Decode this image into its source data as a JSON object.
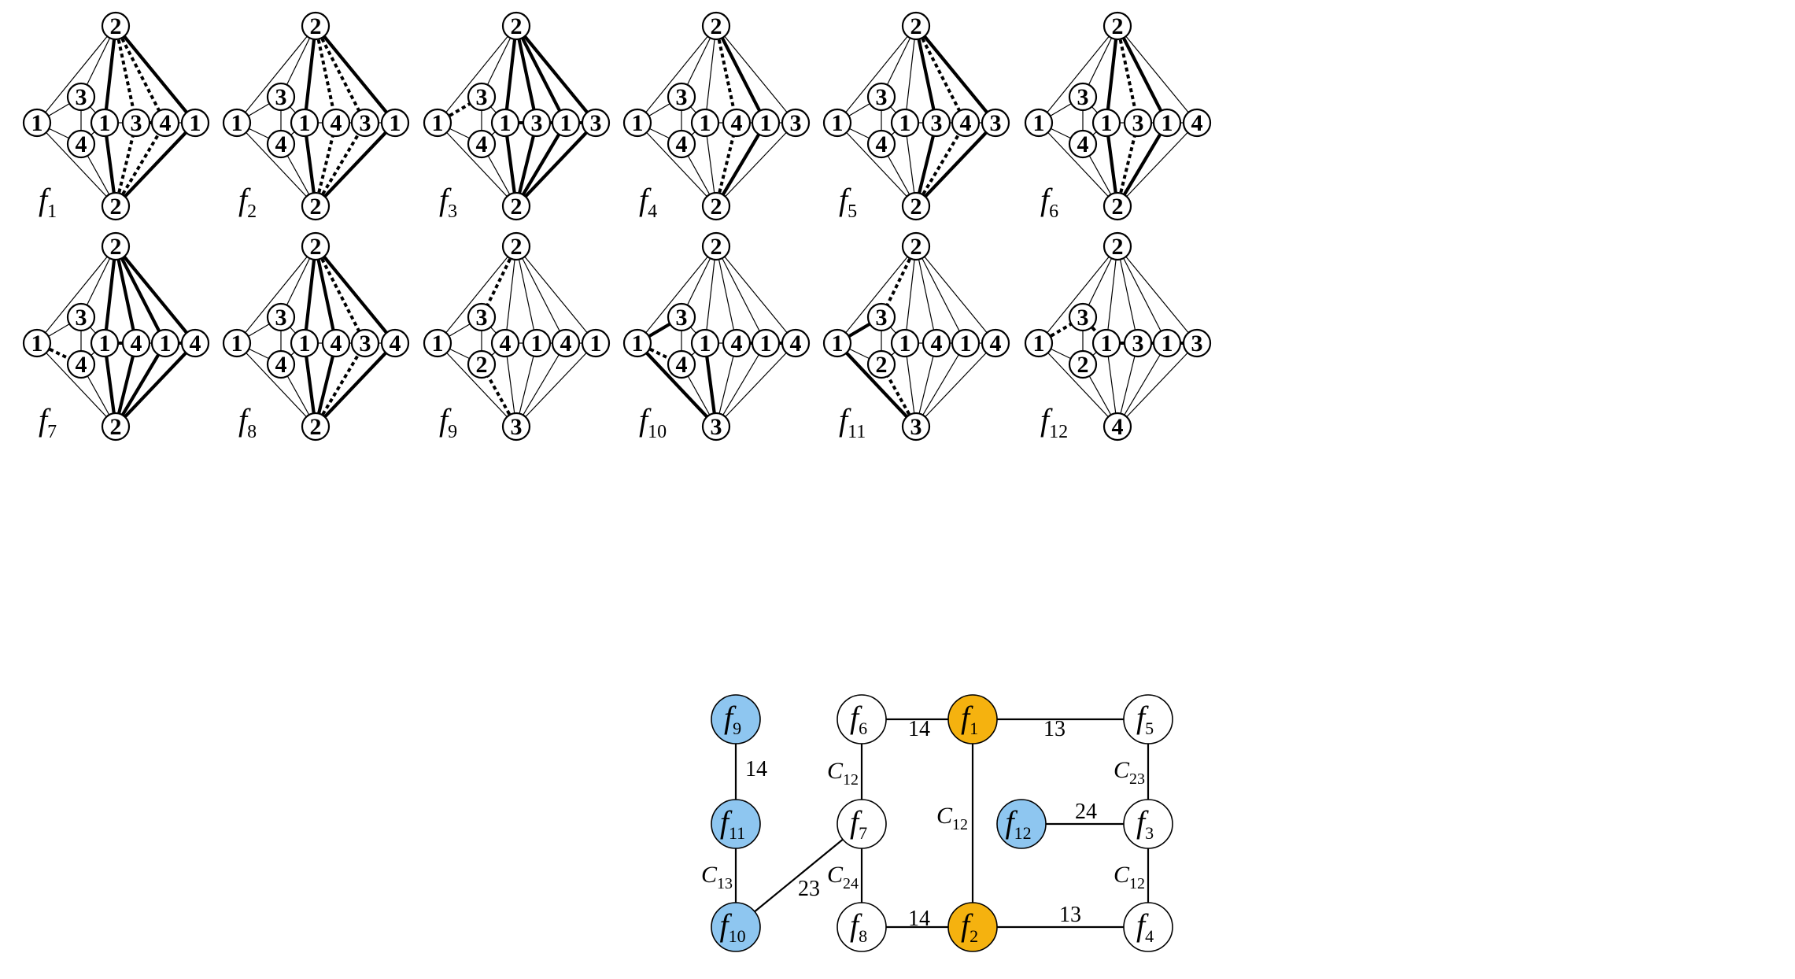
{
  "colors": {
    "stroke": "#000000",
    "node_fill": "#ffffff",
    "orange": "#f5b20f",
    "blue": "#8ec6f0"
  },
  "panels": [
    {
      "id": "f1",
      "label": "f",
      "sub": "1",
      "top": "2",
      "bottom": "2",
      "left": "1",
      "inner_top": "3",
      "inner_bottom": "4",
      "middle": [
        "1",
        "3",
        "4",
        "1"
      ],
      "top_edges": [
        "thin",
        "thin",
        "bold",
        "dotted",
        "dotted",
        "bold"
      ],
      "bottom_edges": [
        "thin",
        "thin",
        "bold",
        "dotted",
        "dotted",
        "bold"
      ],
      "left_top": "thin",
      "left_bottom": "thin",
      "middle_edges": [
        "thin",
        "thin",
        "dotted",
        "thin"
      ]
    },
    {
      "id": "f2",
      "label": "f",
      "sub": "2",
      "top": "2",
      "bottom": "2",
      "left": "1",
      "inner_top": "3",
      "inner_bottom": "4",
      "middle": [
        "1",
        "4",
        "3",
        "1"
      ],
      "top_edges": [
        "thin",
        "thin",
        "bold",
        "dotted",
        "dotted",
        "bold"
      ],
      "bottom_edges": [
        "thin",
        "thin",
        "bold",
        "dotted",
        "dotted",
        "bold"
      ],
      "left_top": "thin",
      "left_bottom": "thin",
      "middle_edges": [
        "thin",
        "thin",
        "thin",
        "thin"
      ]
    },
    {
      "id": "f3",
      "label": "f",
      "sub": "3",
      "top": "2",
      "bottom": "2",
      "left": "1",
      "inner_top": "3",
      "inner_bottom": "4",
      "middle": [
        "1",
        "3",
        "1",
        "3"
      ],
      "top_edges": [
        "thin",
        "thin",
        "bold",
        "bold",
        "bold",
        "bold"
      ],
      "bottom_edges": [
        "thin",
        "thin",
        "bold",
        "bold",
        "bold",
        "bold"
      ],
      "left_top": "dotted",
      "left_bottom": "thin",
      "middle_edges": [
        "thin",
        "dotted",
        "dotted",
        "dotted"
      ]
    },
    {
      "id": "f4",
      "label": "f",
      "sub": "4",
      "top": "2",
      "bottom": "2",
      "left": "1",
      "inner_top": "3",
      "inner_bottom": "4",
      "middle": [
        "1",
        "4",
        "1",
        "3"
      ],
      "top_edges": [
        "thin",
        "thin",
        "thin",
        "dotted",
        "bold",
        "thin"
      ],
      "bottom_edges": [
        "thin",
        "thin",
        "thin",
        "dotted",
        "bold",
        "thin"
      ],
      "left_top": "thin",
      "left_bottom": "thin",
      "middle_edges": [
        "thin",
        "thin",
        "thin",
        "thin"
      ]
    },
    {
      "id": "f5",
      "label": "f",
      "sub": "5",
      "top": "2",
      "bottom": "2",
      "left": "1",
      "inner_top": "3",
      "inner_bottom": "4",
      "middle": [
        "1",
        "3",
        "4",
        "3"
      ],
      "top_edges": [
        "thin",
        "thin",
        "thin",
        "bold",
        "dotted",
        "bold"
      ],
      "bottom_edges": [
        "thin",
        "thin",
        "thin",
        "bold",
        "dotted",
        "bold"
      ],
      "left_top": "thin",
      "left_bottom": "thin",
      "middle_edges": [
        "thin",
        "thin",
        "thin",
        "thin"
      ]
    },
    {
      "id": "f6",
      "label": "f",
      "sub": "6",
      "top": "2",
      "bottom": "2",
      "left": "1",
      "inner_top": "3",
      "inner_bottom": "4",
      "middle": [
        "1",
        "3",
        "1",
        "4"
      ],
      "top_edges": [
        "thin",
        "thin",
        "bold",
        "dotted",
        "bold",
        "thin"
      ],
      "bottom_edges": [
        "thin",
        "thin",
        "bold",
        "dotted",
        "bold",
        "thin"
      ],
      "left_top": "thin",
      "left_bottom": "thin",
      "middle_edges": [
        "thin",
        "thin",
        "thin",
        "thin"
      ]
    },
    {
      "id": "f7",
      "label": "f",
      "sub": "7",
      "top": "2",
      "bottom": "2",
      "left": "1",
      "inner_top": "3",
      "inner_bottom": "4",
      "middle": [
        "1",
        "4",
        "1",
        "4"
      ],
      "top_edges": [
        "thin",
        "thin",
        "bold",
        "bold",
        "bold",
        "bold"
      ],
      "bottom_edges": [
        "thin",
        "thin",
        "bold",
        "bold",
        "bold",
        "bold"
      ],
      "left_top": "thin",
      "left_bottom": "dotted",
      "middle_edges": [
        "thin",
        "dotted",
        "thin",
        "dotted"
      ]
    },
    {
      "id": "f8",
      "label": "f",
      "sub": "8",
      "top": "2",
      "bottom": "2",
      "left": "1",
      "inner_top": "3",
      "inner_bottom": "4",
      "middle": [
        "1",
        "4",
        "3",
        "4"
      ],
      "top_edges": [
        "thin",
        "thin",
        "bold",
        "bold",
        "dotted",
        "bold"
      ],
      "bottom_edges": [
        "thin",
        "thin",
        "bold",
        "bold",
        "dotted",
        "bold"
      ],
      "left_top": "thin",
      "left_bottom": "thin",
      "middle_edges": [
        "thin",
        "thin",
        "thin",
        "thin"
      ]
    },
    {
      "id": "f9",
      "label": "f",
      "sub": "9",
      "top": "2",
      "bottom": "3",
      "left": "1",
      "inner_top": "3",
      "inner_bottom": "2",
      "middle": [
        "4",
        "1",
        "4",
        "1"
      ],
      "top_edges": [
        "thin",
        "dotted",
        "thin",
        "thin",
        "thin",
        "thin"
      ],
      "bottom_edges": [
        "thin",
        "dotted",
        "thin",
        "thin",
        "thin",
        "thin"
      ],
      "left_top": "thin",
      "left_bottom": "thin",
      "middle_edges": [
        "thin",
        "thin",
        "thin",
        "thin"
      ]
    },
    {
      "id": "f10",
      "label": "f",
      "sub": "10",
      "top": "2",
      "bottom": "3",
      "left": "1",
      "inner_top": "3",
      "inner_bottom": "4",
      "middle": [
        "1",
        "4",
        "1",
        "4"
      ],
      "top_edges": [
        "thin",
        "thin",
        "thin",
        "thin",
        "thin",
        "thin"
      ],
      "bottom_edges": [
        "bold",
        "thin",
        "bold",
        "thin",
        "thin",
        "thin"
      ],
      "left_top": "bold",
      "left_bottom": "dotted",
      "middle_edges": [
        "thin",
        "thin",
        "dotted",
        "dotted"
      ]
    },
    {
      "id": "f11",
      "label": "f",
      "sub": "11",
      "top": "2",
      "bottom": "3",
      "left": "1",
      "inner_top": "3",
      "inner_bottom": "2",
      "middle": [
        "1",
        "4",
        "1",
        "4"
      ],
      "top_edges": [
        "thin",
        "dotted",
        "thin",
        "thin",
        "thin",
        "thin"
      ],
      "bottom_edges": [
        "bold",
        "dotted",
        "thin",
        "thin",
        "thin",
        "thin"
      ],
      "left_top": "bold",
      "left_bottom": "thin",
      "middle_edges": [
        "thin",
        "thin",
        "thin",
        "thin"
      ]
    },
    {
      "id": "f12",
      "label": "f",
      "sub": "12",
      "top": "2",
      "bottom": "4",
      "left": "1",
      "inner_top": "3",
      "inner_bottom": "2",
      "middle": [
        "1",
        "3",
        "1",
        "3"
      ],
      "top_edges": [
        "thin",
        "thin",
        "thin",
        "thin",
        "thin",
        "thin"
      ],
      "bottom_edges": [
        "thin",
        "thin",
        "thin",
        "thin",
        "thin",
        "thin"
      ],
      "left_top": "dotted",
      "left_bottom": "thin",
      "middle_edges": [
        "dotted",
        "dotted",
        "dotted",
        "dotted"
      ]
    }
  ],
  "graph": {
    "nodes": [
      {
        "id": "f9",
        "label": "f",
        "sub": "9",
        "fill": "blue"
      },
      {
        "id": "f11",
        "label": "f",
        "sub": "11",
        "fill": "blue"
      },
      {
        "id": "f10",
        "label": "f",
        "sub": "10",
        "fill": "blue"
      },
      {
        "id": "f6",
        "label": "f",
        "sub": "6",
        "fill": "white"
      },
      {
        "id": "f7",
        "label": "f",
        "sub": "7",
        "fill": "white"
      },
      {
        "id": "f8",
        "label": "f",
        "sub": "8",
        "fill": "white"
      },
      {
        "id": "f1",
        "label": "f",
        "sub": "1",
        "fill": "orange"
      },
      {
        "id": "f2",
        "label": "f",
        "sub": "2",
        "fill": "orange"
      },
      {
        "id": "f5",
        "label": "f",
        "sub": "5",
        "fill": "white"
      },
      {
        "id": "f3",
        "label": "f",
        "sub": "3",
        "fill": "white"
      },
      {
        "id": "f4",
        "label": "f",
        "sub": "4",
        "fill": "white"
      },
      {
        "id": "f12",
        "label": "f",
        "sub": "12",
        "fill": "blue"
      }
    ],
    "edges": [
      {
        "from": "f9",
        "to": "f11",
        "label": "14",
        "italic": ""
      },
      {
        "from": "f11",
        "to": "f10",
        "label": "13",
        "italic": "C"
      },
      {
        "from": "f10",
        "to": "f7",
        "label": "23",
        "italic": ""
      },
      {
        "from": "f6",
        "to": "f7",
        "label": "12",
        "italic": "C"
      },
      {
        "from": "f7",
        "to": "f8",
        "label": "24",
        "italic": "C"
      },
      {
        "from": "f6",
        "to": "f1",
        "label": "14",
        "italic": ""
      },
      {
        "from": "f8",
        "to": "f2",
        "label": "14",
        "italic": ""
      },
      {
        "from": "f1",
        "to": "f2",
        "label": "12",
        "italic": "C"
      },
      {
        "from": "f1",
        "to": "f5",
        "label": "13",
        "italic": ""
      },
      {
        "from": "f5",
        "to": "f3",
        "label": "23",
        "italic": "C"
      },
      {
        "from": "f12",
        "to": "f3",
        "label": "24",
        "italic": ""
      },
      {
        "from": "f3",
        "to": "f4",
        "label": "12",
        "italic": "C"
      },
      {
        "from": "f2",
        "to": "f4",
        "label": "13",
        "italic": ""
      }
    ]
  }
}
